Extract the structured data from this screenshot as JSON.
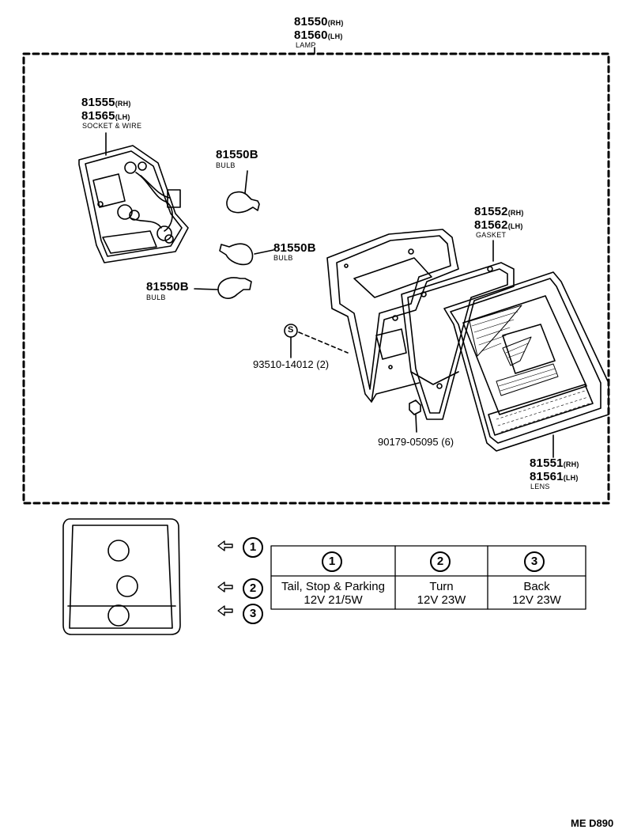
{
  "lamp": {
    "pn1": "81550",
    "side1": "(RH)",
    "pn2": "81560",
    "side2": "(LH)",
    "name": "LAMP"
  },
  "socket": {
    "pn1": "81555",
    "side1": "(RH)",
    "pn2": "81565",
    "side2": "(LH)",
    "name": "SOCKET & WIRE"
  },
  "bulb_top": {
    "pn": "81550B",
    "name": "BULB"
  },
  "bulb_mid": {
    "pn": "81550B",
    "name": "BULB"
  },
  "bulb_low": {
    "pn": "81550B",
    "name": "BULB"
  },
  "gasket": {
    "pn1": "81552",
    "side1": "(RH)",
    "pn2": "81562",
    "side2": "(LH)",
    "name": "GASKET"
  },
  "screw_s": {
    "symbol": "S",
    "pn": "93510-14012 (2)"
  },
  "nut": {
    "pn": "90179-05095 (6)"
  },
  "lens": {
    "pn1": "81551",
    "side1": "(RH)",
    "pn2": "81561",
    "side2": "(LH)",
    "name": "LENS"
  },
  "table": {
    "headers": [
      "1",
      "2",
      "3"
    ],
    "rows": [
      [
        "Tail, Stop & Parking",
        "Turn",
        "Back"
      ],
      [
        "12V 21/5W",
        "12V 23W",
        "12V 23W"
      ]
    ]
  },
  "markers": [
    "1",
    "2",
    "3"
  ],
  "code": "ME D890"
}
